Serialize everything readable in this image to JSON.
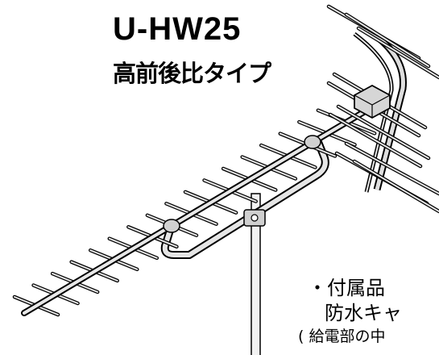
{
  "product": {
    "model": "U-HW25",
    "subtitle": "高前後比タイプ"
  },
  "accessories": {
    "heading": "・付属品",
    "item": "防水キャ",
    "note": "( 給電部の中"
  },
  "colors": {
    "ink": "#000000",
    "metal": "#d9d9d9",
    "background": "#ffffff"
  }
}
